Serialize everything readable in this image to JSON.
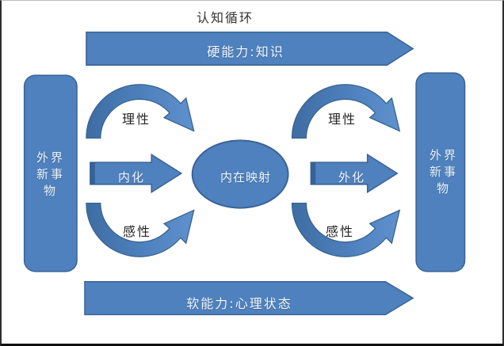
{
  "title": "认知循环",
  "colors": {
    "shape_fill": "#4E81BD",
    "shape_stroke": "#3A6396",
    "curve_dark": "#3E6DA3",
    "curve_light": "#5E91CD",
    "shape_text": "#F2F6FB",
    "label_text": "#262626",
    "title_text": "#333333",
    "frame_bottom": "#111111"
  },
  "shapes": {
    "top_arrow": {
      "label": "硬能力:知识"
    },
    "bottom_arrow": {
      "label": "软能力:心理状态"
    },
    "left_box": {
      "label": "外界新事物"
    },
    "right_box": {
      "label": "外界新事物"
    },
    "center_ellipse": {
      "label": "内在映射"
    },
    "internalize_arrow": {
      "label": "内化"
    },
    "externalize_arrow": {
      "label": "外化"
    },
    "curve_labels": {
      "rational_left": "理性",
      "emotional_left": "感性",
      "rational_right": "理性",
      "emotional_right": "感性"
    }
  }
}
